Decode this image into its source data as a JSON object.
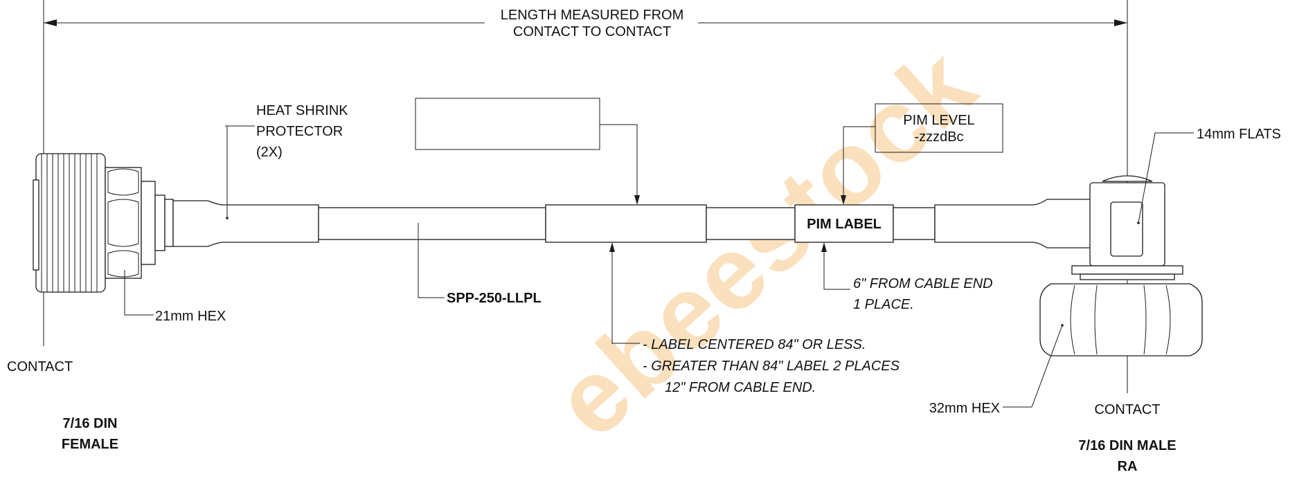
{
  "dimension": {
    "line1": "LENGTH MEASURED FROM",
    "line2": "CONTACT TO CONTACT"
  },
  "callouts": {
    "heat_shrink": [
      "HEAT SHRINK",
      "PROTECTOR",
      "(2X)"
    ],
    "hex_21": "21mm HEX",
    "contact_left": "CONTACT",
    "cable_part_number": "SPP-250-LLPL",
    "label_notes": [
      "-   LABEL CENTERED 84\" OR LESS.",
      "-   GREATER THAN 84\" LABEL 2 PLACES",
      "12\" FROM CABLE END."
    ],
    "pim_label": "PIM LABEL",
    "pim_level": [
      "PIM LEVEL",
      "-zzzdBc"
    ],
    "pim_note": [
      "6\" FROM CABLE END",
      "1 PLACE."
    ],
    "flats_14": "14mm FLATS",
    "hex_32": "32mm HEX",
    "contact_right": "CONTACT"
  },
  "connectors": {
    "left": [
      "7/16 DIN",
      "FEMALE"
    ],
    "right": [
      "7/16 DIN MALE",
      "RA"
    ]
  },
  "watermark": "ebeestock",
  "colors": {
    "line": "#1a1a1a",
    "watermark_orange": "#f5a623",
    "watermark_gray": "#b0b0b0"
  }
}
